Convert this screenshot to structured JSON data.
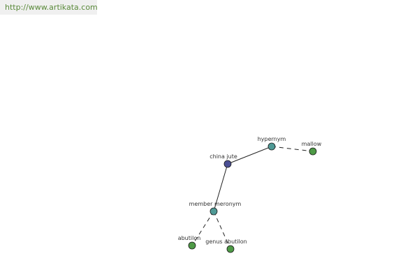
{
  "watermark": {
    "text": "http://www.artikata.com"
  },
  "graph": {
    "nodes": [
      {
        "id": "china-jute",
        "label": "china jute",
        "kind": "center",
        "color": "#4b4f94"
      },
      {
        "id": "hypernym",
        "label": "hypernym",
        "kind": "relation",
        "color": "#4f9a96"
      },
      {
        "id": "mallow",
        "label": "mallow",
        "kind": "word",
        "color": "#4e9a46"
      },
      {
        "id": "member-meronym",
        "label": "member meronym",
        "kind": "relation",
        "color": "#4f9a96"
      },
      {
        "id": "abutilon",
        "label": "abutilon",
        "kind": "word",
        "color": "#4e9a46"
      },
      {
        "id": "genus-abutilon",
        "label": "genus abutilon",
        "kind": "word",
        "color": "#4e9a46"
      }
    ],
    "edges": [
      {
        "from": "china-jute",
        "to": "hypernym",
        "style": "solid"
      },
      {
        "from": "hypernym",
        "to": "mallow",
        "style": "dashed"
      },
      {
        "from": "china-jute",
        "to": "member-meronym",
        "style": "solid"
      },
      {
        "from": "member-meronym",
        "to": "abutilon",
        "style": "dashed"
      },
      {
        "from": "member-meronym",
        "to": "genus-abutilon",
        "style": "dashed"
      }
    ]
  }
}
